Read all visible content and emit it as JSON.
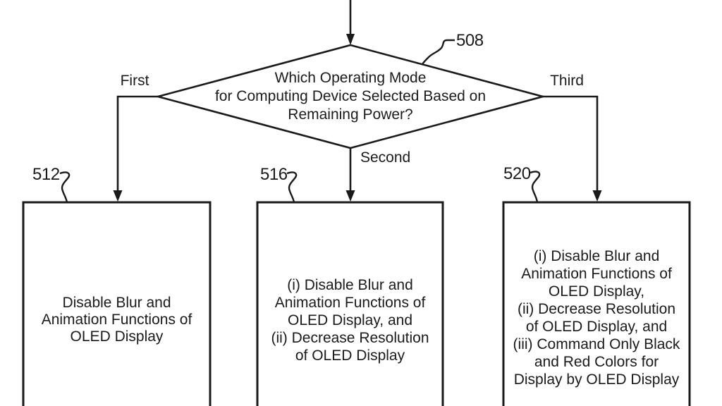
{
  "diagram": {
    "decision": {
      "ref_label": "508",
      "line1": "Which Operating Mode",
      "line2": "for Computing Device Selected Based on",
      "line3": "Remaining Power?"
    },
    "branch_labels": {
      "first": "First",
      "second": "Second",
      "third": "Third"
    },
    "boxes": {
      "left": {
        "ref_label": "512",
        "lines": [
          "Disable Blur and",
          "Animation Functions of",
          "OLED Display"
        ]
      },
      "middle": {
        "ref_label": "516",
        "lines": [
          "(i) Disable Blur and",
          "Animation Functions of",
          "OLED Display, and",
          "(ii) Decrease Resolution",
          "of OLED Display"
        ]
      },
      "right": {
        "ref_label": "520",
        "lines": [
          "(i) Disable Blur and",
          "Animation Functions of",
          "OLED Display,",
          "(ii) Decrease Resolution",
          "of OLED Display, and",
          "(iii) Command Only Black",
          "and Red Colors for",
          "Display by OLED Display"
        ]
      }
    },
    "colors": {
      "ink": "#1a1a1a",
      "background": "#ffffff"
    }
  }
}
